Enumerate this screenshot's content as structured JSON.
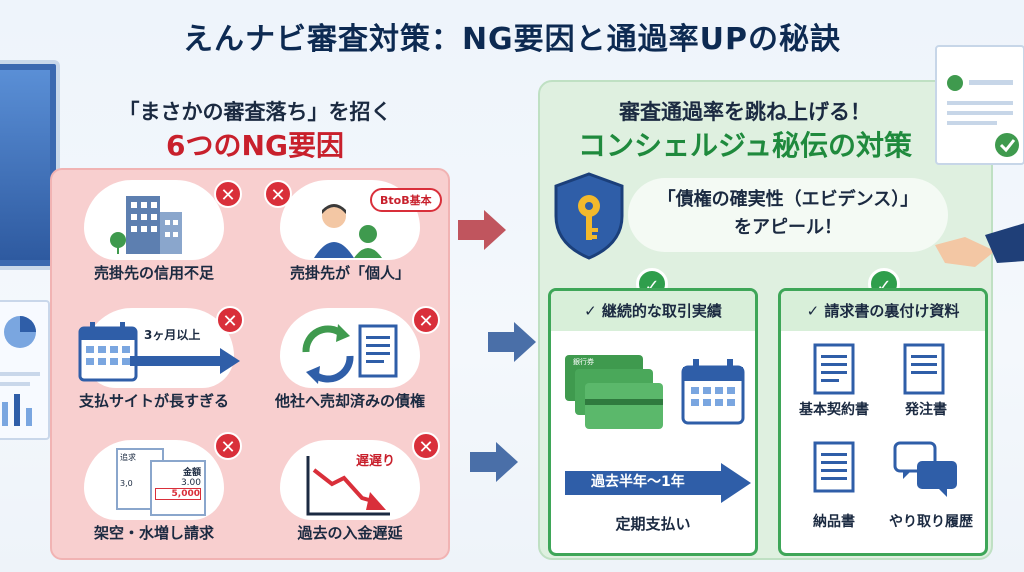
{
  "title": "えんナビ審査対策：NG要因と通過率UPの秘訣",
  "left": {
    "heading_line1": "「まさかの審査落ち」を招く",
    "heading_line2": "6つのNG要因",
    "items": [
      {
        "label": "売掛先の信用不足",
        "icon": "building-icon"
      },
      {
        "label": "売掛先が「個人」",
        "icon": "person-icon",
        "badge": "BtoB基本"
      },
      {
        "label": "支払サイトが長すぎる",
        "icon": "calendar-icon",
        "note": "3ヶ月以上"
      },
      {
        "label": "他社へ売却済みの債権",
        "icon": "recycle-document-icon"
      },
      {
        "label": "架空・水増し請求",
        "icon": "invoice-icon",
        "doc_title": "追求",
        "doc_small": "3,0",
        "amount_label": "金額",
        "amount_value": "3.00",
        "amount_red": "5,000"
      },
      {
        "label": "過去の入金遅延",
        "icon": "downtrend-chart-icon",
        "note": "遅遅り"
      }
    ]
  },
  "right": {
    "heading_line1": "審査通過率を跳ね上げる！",
    "heading_line2": "コンシェルジュ秘伝の対策",
    "evidence_line1": "「債権の確実性（エビデンス）」",
    "evidence_line2": "をアピール！",
    "panel_a": {
      "title": "✓ 継続的な取引実績",
      "card_label": "銀行券",
      "arrow_text": "過去半年〜1年",
      "footer": "定期支払い"
    },
    "panel_b": {
      "title": "✓ 請求書の裏付け資料",
      "docs": [
        "基本契約書",
        "発注書",
        "納品書",
        "やり取り履歴"
      ]
    }
  },
  "colors": {
    "title": "#0d2a52",
    "ng_red": "#c8202c",
    "ok_green": "#1f8a3d",
    "left_panel": "#f8cfcf",
    "right_panel": "#dff0e0"
  }
}
